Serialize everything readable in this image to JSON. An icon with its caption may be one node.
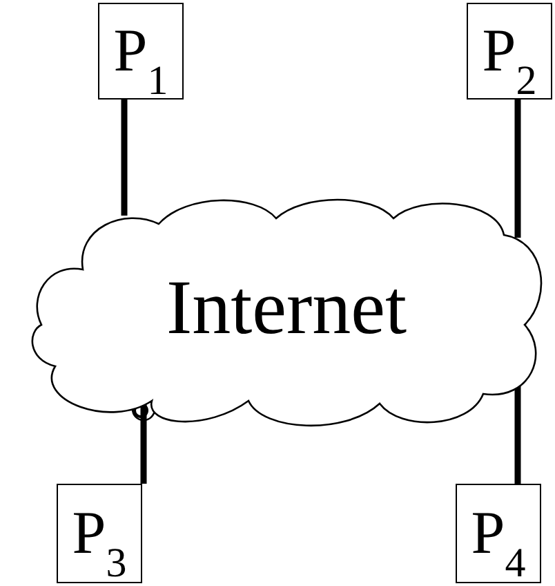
{
  "diagram": {
    "nodes": [
      {
        "text": [
          "P$_{1}$"
        ]
      },
      {
        "text": [
          "P$_{2}$"
        ]
      },
      {
        "text": [
          "Internet"
        ]
      },
      {
        "text": [
          "P$_{3}$"
        ]
      },
      {
        "text": [
          "P$_{4}$"
        ]
      }
    ],
    "edges": [
      {
        "from": 0,
        "to": 2,
        "arrow": "none"
      },
      {
        "from": 1,
        "to": 2,
        "arrow": "none"
      },
      {
        "from": 3,
        "to": 2,
        "arrow": "other"
      },
      {
        "from": 4,
        "to": 2,
        "arrow": "none"
      }
    ]
  }
}
